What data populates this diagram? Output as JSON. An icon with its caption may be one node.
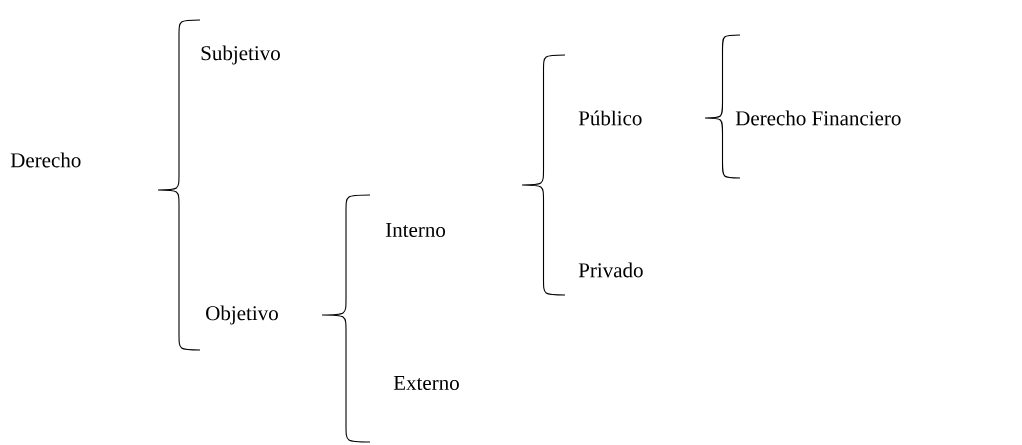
{
  "diagram": {
    "labels": [
      "Subjetivo",
      "Público",
      "Derecho Financiero",
      "Derecho",
      "Interno",
      "Privado",
      "Objetivo",
      "Externo"
    ]
  }
}
